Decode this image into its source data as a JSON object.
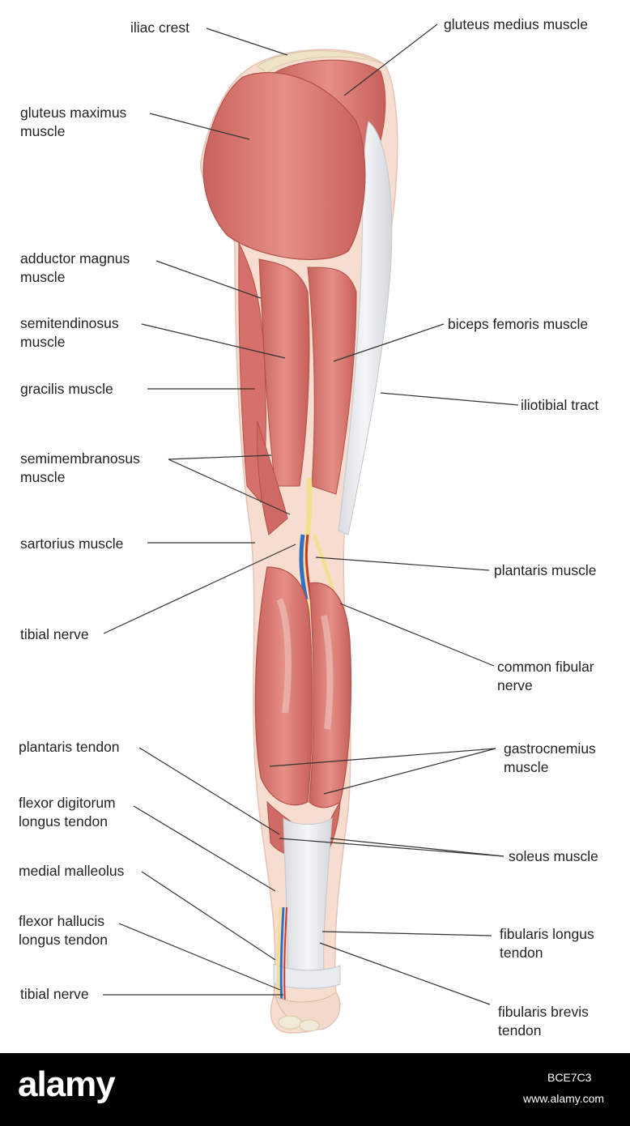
{
  "labels": {
    "iliac_crest": "iliac crest",
    "gluteus_medius": "gluteus medius muscle",
    "gluteus_maximus": "gluteus maximus\nmuscle",
    "adductor_magnus": "adductor magnus\nmuscle",
    "semitendinosus": "semitendinosus\nmuscle",
    "biceps_femoris": "biceps femoris muscle",
    "gracilis": "gracilis muscle",
    "iliotibial_tract": "iliotibial tract",
    "semimembranosus": "semimembranosus\nmuscle",
    "sartorius": "sartorius muscle",
    "plantaris_muscle": "plantaris muscle",
    "tibial_nerve_upper": "tibial nerve",
    "common_fibular_nerve": "common fibular\nnerve",
    "plantaris_tendon": "plantaris tendon",
    "gastrocnemius": "gastrocnemius\nmuscle",
    "flexor_digitorum": "flexor digitorum\nlongus tendon",
    "soleus": "soleus muscle",
    "medial_malleolus": "medial malleolus",
    "flexor_hallucis": "flexor hallucis\nlongus tendon",
    "fibularis_longus": "fibularis longus\ntendon",
    "tibial_nerve_lower": "tibial nerve",
    "fibularis_brevis": "fibularis brevis\ntendon"
  },
  "footer": {
    "brand": "alamy",
    "image_id": "BCE7C3",
    "url": "www.alamy.com"
  },
  "colors": {
    "muscle": "#d9706a",
    "muscle_light": "#eaa29b",
    "tendon": "#e3e6ea",
    "nerve": "#f2e08a",
    "vein": "#2f6fc6",
    "artery": "#c63a2e"
  }
}
